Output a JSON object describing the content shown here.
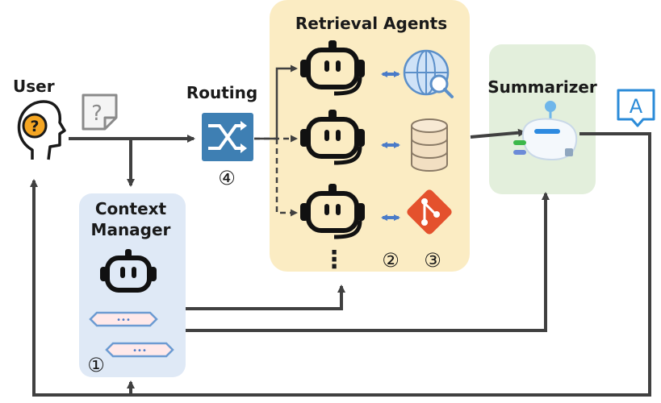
{
  "labels": {
    "user": "User",
    "routing": "Routing",
    "retrieval_agents": "Retrieval Agents",
    "summarizer": "Summarizer",
    "context_line1": "Context",
    "context_line2": "Manager"
  },
  "step_markers": {
    "routing": "④",
    "context": "①",
    "retrieval_a": "②",
    "retrieval_b": "③"
  },
  "icon_glyphs": {
    "question": "?",
    "answer": "A",
    "ellipsis": "⋮",
    "dots": "•••"
  },
  "colors": {
    "arrow": "#404040",
    "context_panel": "#dfe9f6",
    "retrieval_panel": "#fbecc3",
    "summarizer_panel": "#e3efdc",
    "routing_icon": "#3e7fb3",
    "link_arrow": "#4a7bc8",
    "git_icon": "#e4512d",
    "db_icon": "#f2dfc2",
    "globe_icon": "#cfe2f7",
    "answer_icon": "#2b8bd8",
    "user_badge": "#f5a623"
  }
}
